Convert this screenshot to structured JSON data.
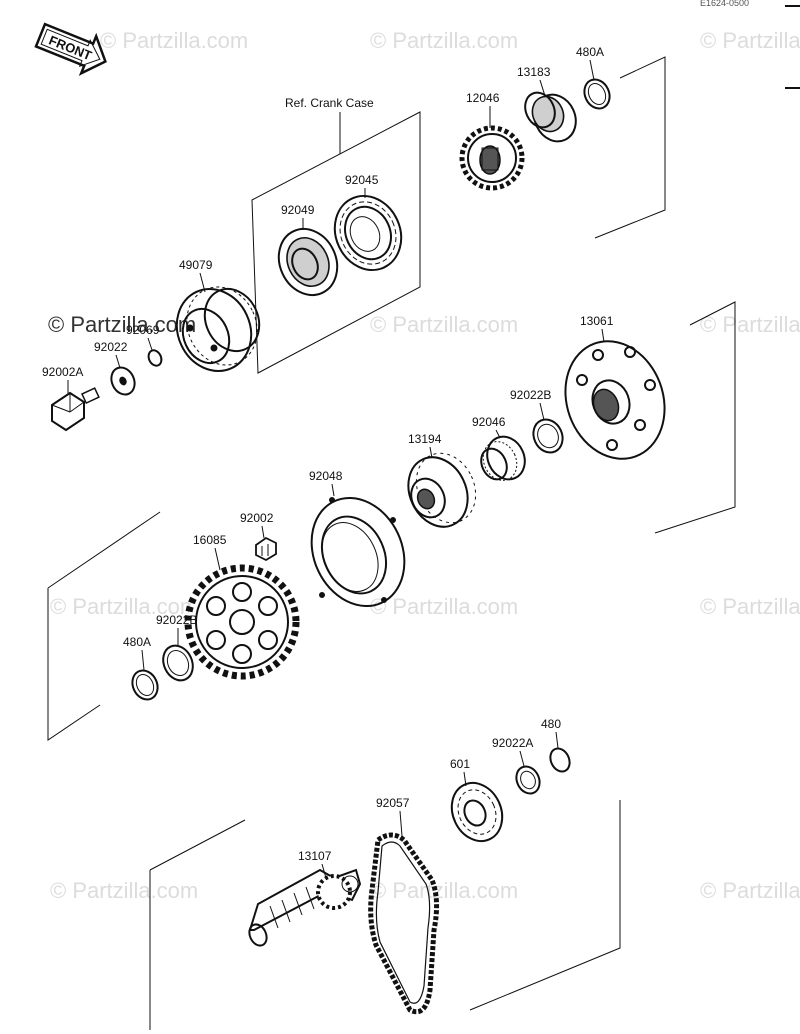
{
  "corner_code": "E1624-0500",
  "front_label": "FRONT",
  "reference_label": "Ref. Crank Case",
  "watermarks": {
    "small": "© Partzilla.com",
    "large": "© Partzilla.com"
  },
  "part_labels": {
    "p480A_top": "480A",
    "p13183": "13183",
    "p12046": "12046",
    "p92045": "92045",
    "p92049": "92049",
    "p49079": "49079",
    "p92022": "92022",
    "p92069": "92069",
    "p92002A": "92002A",
    "p13061": "13061",
    "p92022B_top": "92022B",
    "p92046": "92046",
    "p13194": "13194",
    "p92048": "92048",
    "p92002": "92002",
    "p16085": "16085",
    "p92022B_low": "92022B",
    "p480A_low": "480A",
    "p480": "480",
    "p92022A": "92022A",
    "p601": "601",
    "p92057": "92057",
    "p13107": "13107"
  },
  "colors": {
    "ink": "#111111",
    "watermark": "#dcdcdc",
    "background": "#ffffff"
  }
}
